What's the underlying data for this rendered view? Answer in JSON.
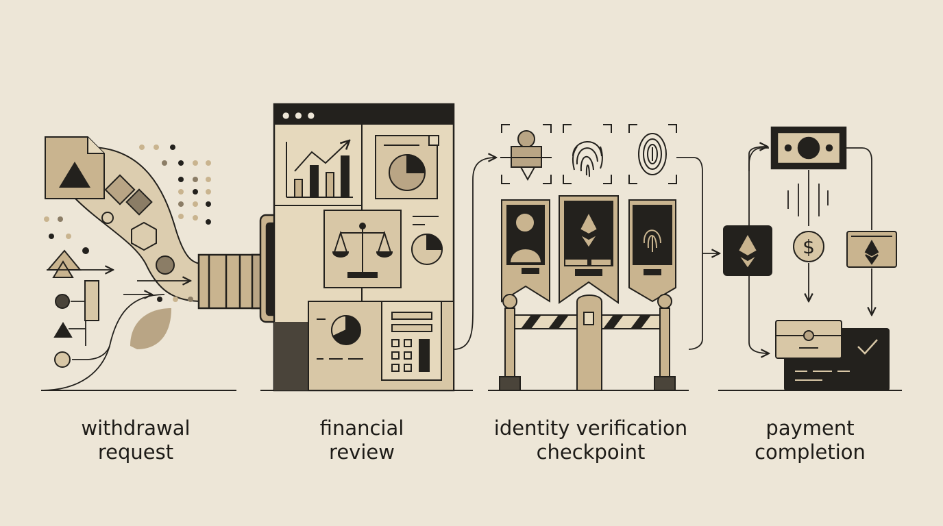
{
  "colors": {
    "background": "#ede6d7",
    "ink": "#23211d",
    "tan": "#d8c7a6",
    "mid": "#b9a585",
    "dark": "#4a443a"
  },
  "stages": [
    {
      "id": "withdrawal",
      "line1": "withdrawal",
      "line2": "request",
      "icons": [
        "document-icon",
        "dots-icon",
        "pipe-icon"
      ]
    },
    {
      "id": "financial",
      "line1": "financial",
      "line2": "review",
      "icons": [
        "bar-chart-icon",
        "pie-chart-icon",
        "scales-icon",
        "calculator-icon"
      ]
    },
    {
      "id": "identity",
      "line1": "identity verification",
      "line2": "checkpoint",
      "icons": [
        "person-icon",
        "fingerprint-icon",
        "ethereum-icon",
        "barrier-icon"
      ]
    },
    {
      "id": "payment",
      "line1": "payment",
      "line2": "completion",
      "icons": [
        "banknote-icon",
        "dollar-coin-icon",
        "wallet-icon",
        "checkmark-icon"
      ]
    }
  ],
  "ui": {
    "browser_dots": "● ● ●",
    "dollar_symbol": "$"
  }
}
